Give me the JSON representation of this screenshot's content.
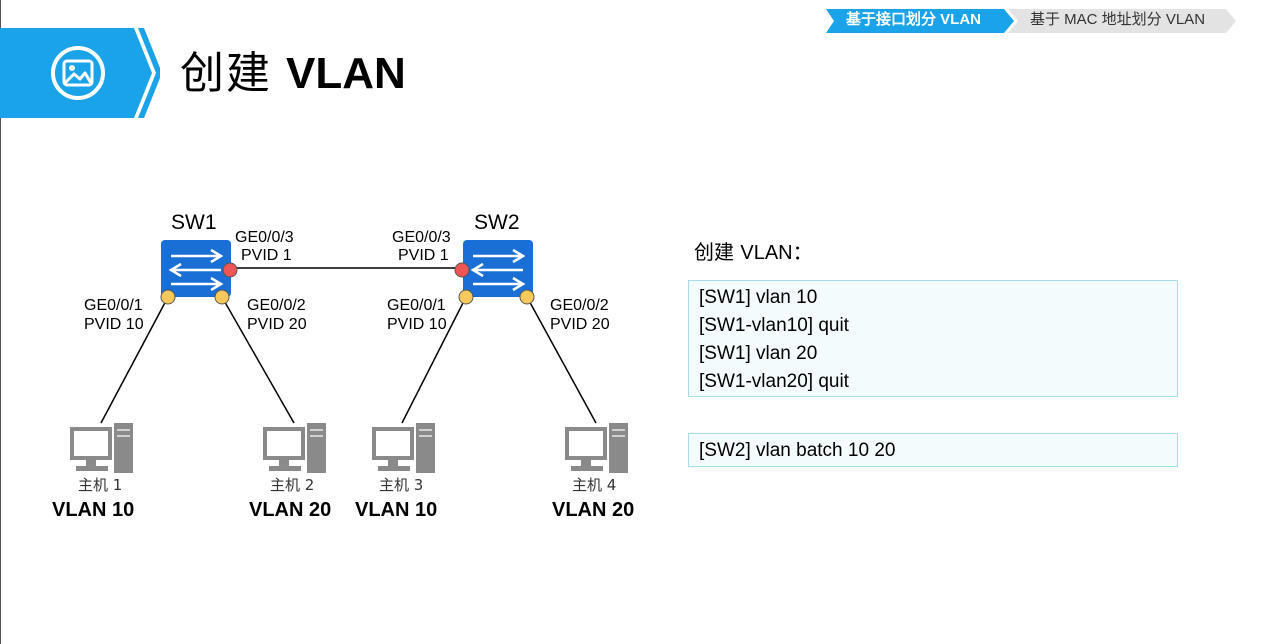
{
  "slide": {
    "title_cn": "创建",
    "title_en": "VLAN",
    "icon": "image-icon"
  },
  "breadcrumb": {
    "items": [
      "基于接口划分 VLAN",
      "基于 MAC 地址划分 VLAN"
    ],
    "active_color": "#1aa3e8",
    "inactive_color": "#e3e3e3"
  },
  "diagram": {
    "switches": [
      {
        "name": "SW1"
      },
      {
        "name": "SW2"
      }
    ],
    "ports": {
      "sw1_ge3": {
        "port": "GE0/0/3",
        "pvid": "PVID 1"
      },
      "sw1_ge1": {
        "port": "GE0/0/1",
        "pvid": "PVID 10"
      },
      "sw1_ge2": {
        "port": "GE0/0/2",
        "pvid": "PVID 20"
      },
      "sw2_ge3": {
        "port": "GE0/0/3",
        "pvid": "PVID 1"
      },
      "sw2_ge1": {
        "port": "GE0/0/1",
        "pvid": "PVID 10"
      },
      "sw2_ge2": {
        "port": "GE0/0/2",
        "pvid": "PVID 20"
      }
    },
    "hosts": [
      {
        "name": "主机 1",
        "vlan": "VLAN 10"
      },
      {
        "name": "主机 2",
        "vlan": "VLAN 20"
      },
      {
        "name": "主机 3",
        "vlan": "VLAN 10"
      },
      {
        "name": "主机 4",
        "vlan": "VLAN 20"
      }
    ],
    "colors": {
      "switch": "#1a6fd6",
      "trunk_port": "#ee5555",
      "access_port": "#f6c95a"
    }
  },
  "config": {
    "title_cn": "创建",
    "title_en": "VLAN",
    "title_colon": "：",
    "block1": [
      "[SW1] vlan 10",
      "[SW1-vlan10] quit",
      "[SW1] vlan 20",
      "[SW1-vlan20] quit"
    ],
    "block2": [
      "[SW2] vlan batch 10 20"
    ]
  }
}
